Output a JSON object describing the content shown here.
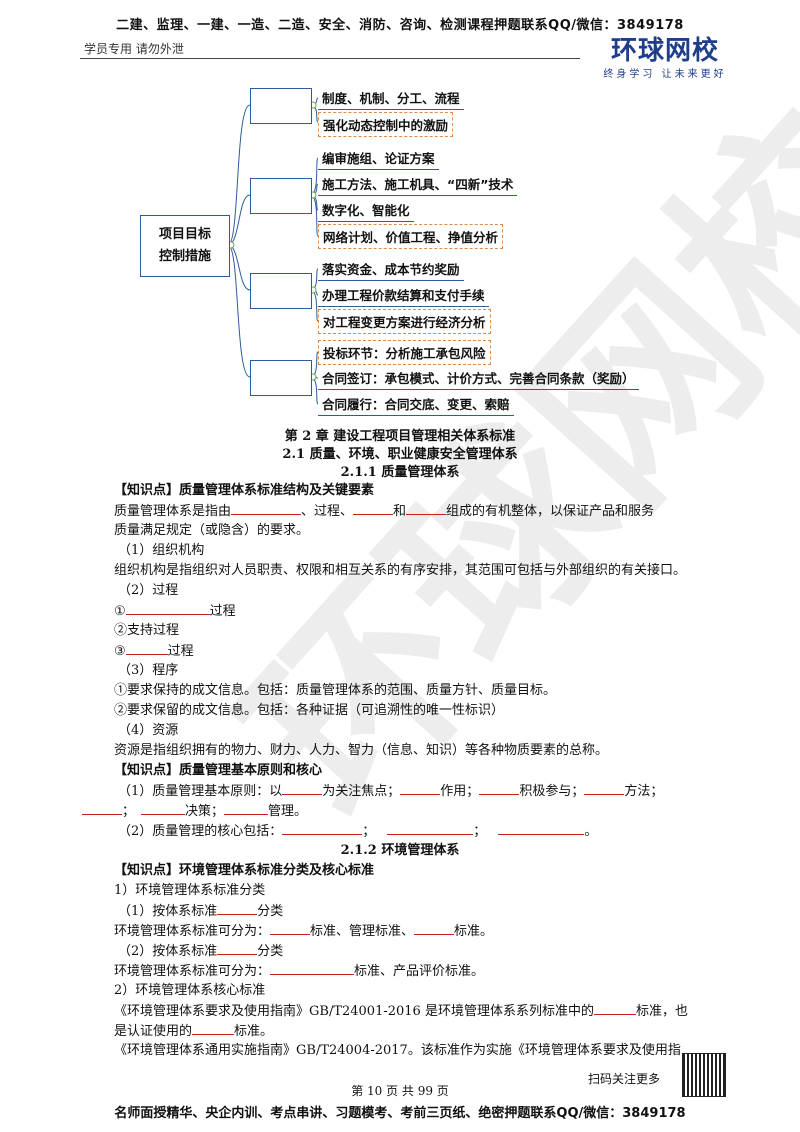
{
  "header": {
    "top_line": "二建、监理、一建、一造、二造、安全、消防、咨询、检测课程押题联系QQ/微信：3849178",
    "left_note": "学员专用 请勿外泄",
    "logo_main": "环球网校",
    "logo_sub": "终身学习 让未来更好"
  },
  "mindmap": {
    "root_line1": "项目目标",
    "root_line2": "控制措施",
    "leaves": [
      "制度、机制、分工、流程",
      "强化动态控制中的激励",
      "编审施组、论证方案",
      "施工方法、施工机具、“四新”技术",
      "数字化、智能化",
      "网络计划、价值工程、挣值分析",
      "落实资金、成本节约奖励",
      "办理工程价款结算和支付手续",
      "对工程变更方案进行经济分析",
      "投标环节：分析施工承包风险",
      "合同签订：承包模式、计价方式、完善合同条款（奖励）",
      "合同履行：合同交底、变更、索赔"
    ]
  },
  "content": {
    "chapter": "第 2 章 建设工程项目管理相关体系标准",
    "section": "2.1 质量、环境、职业健康安全管理体系",
    "sub1": "2.1.1 质量管理体系",
    "kp1": "【知识点】质量管理体系标准结构及关键要素",
    "p1a": "质量管理体系是指由",
    "p1b": "、过程、",
    "p1c": "和",
    "p1d": "组成的有机整体，以保证产品和服务",
    "p1e": "质量满足规定（或隐含）的要求。",
    "org_title": "（1）组织机构",
    "org_text": "组织机构是指组织对人员职责、权限和相互关系的有序安排，其范围可包括与外部组织的有关接口。",
    "proc_title": "（2）过程",
    "proc1_num": "①",
    "proc1_end": "过程",
    "proc2": "②支持过程",
    "proc3_num": "③",
    "proc3_end": "过程",
    "prog_title": "（3）程序",
    "prog1": "①要求保持的成文信息。包括：质量管理体系的范围、质量方针、质量目标。",
    "prog2": "②要求保留的成文信息。包括：各种证据（可追溯性的唯一性标识）",
    "res_title": "（4）资源",
    "res_text": "资源是指组织拥有的物力、财力、人力、智力（信息、知识）等各种物质要素的总称。",
    "kp2": "【知识点】质量管理基本原则和核心",
    "pr1a": "（1）质量管理基本原则：以",
    "pr1b": "为关注焦点；",
    "pr1c": "作用；",
    "pr1d": "积极参与；",
    "pr1e": "方法；",
    "pr2a": "；",
    "pr2b": "决策；",
    "pr2c": "管理。",
    "core_a": "（2）质量管理的核心包括：",
    "core_b": "；",
    "core_c": "；",
    "core_d": "。",
    "sub2": "2.1.2 环境管理体系",
    "kp3": "【知识点】环境管理体系标准分类及核心标准",
    "env1": "1）环境管理体系标准分类",
    "env1a_a": "（1）按体系标准",
    "env1a_b": "分类",
    "env1a_t_a": "环境管理体系标准可分为：",
    "env1a_t_b": "标准、管理标准、",
    "env1a_t_c": "标准。",
    "env1b_a": "（2）按体系标准",
    "env1b_b": "分类",
    "env1b_t_a": "环境管理体系标准可分为：",
    "env1b_t_b": "标准、产品评价标准。",
    "env2": "2）环境管理体系核心标准",
    "env2a_a": "《环境管理体系要求及使用指南》GB/T24001-2016 是环境管理体系系列标准中的",
    "env2a_b": "标准，也",
    "env2b_a": "是认证使用的",
    "env2b_b": "标准。",
    "env3": "《环境管理体系通用实施指南》GB/T24004-2017。该标准作为实施《环境管理体系要求及使用指"
  },
  "footer": {
    "page": "第 10 页 共 99 页",
    "scan": "扫码关注更多",
    "bottom": "名师面授精华、央企内训、考点串讲、习题模考、考前三页纸、绝密押题联系QQ/微信：3849178"
  },
  "colors": {
    "brand": "#1f3e8a",
    "mindmap_line": "#2e5c9a",
    "dashed": "#e08b4a",
    "blank": "#cc2020"
  }
}
